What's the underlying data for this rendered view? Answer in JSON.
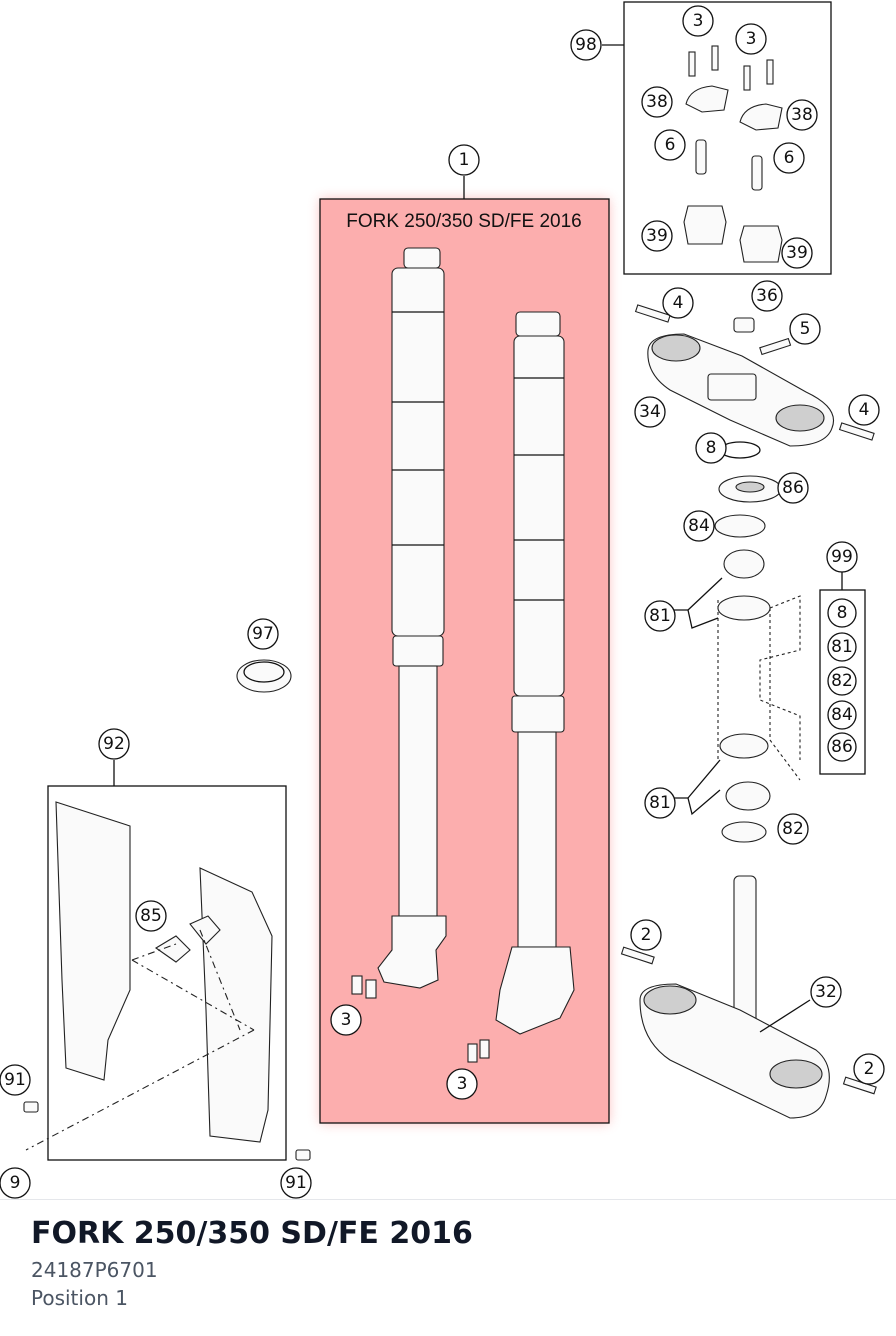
{
  "diagram": {
    "highlight_box_title": "FORK 250/350 SD/FE 2016",
    "callouts": {
      "c1": "1",
      "c98": "98",
      "c3a": "3",
      "c3b": "3",
      "c38a": "38",
      "c38b": "38",
      "c6a": "6",
      "c6b": "6",
      "c39a": "39",
      "c39b": "39",
      "c4a": "4",
      "c36": "36",
      "c5": "5",
      "c34": "34",
      "c4b": "4",
      "c8": "8",
      "c86": "86",
      "c84": "84",
      "c99": "99",
      "k8": "8",
      "k81": "81",
      "k82": "82",
      "k84": "84",
      "k86": "86",
      "c81a": "81",
      "c81b": "81",
      "c82": "82",
      "c97": "97",
      "c92": "92",
      "c85": "85",
      "c3c": "3",
      "c3d": "3",
      "c2a": "2",
      "c32": "32",
      "c2b": "2",
      "c91a": "91",
      "c91b": "91",
      "c9": "9"
    }
  },
  "footer": {
    "title": "FORK 250/350 SD/FE 2016",
    "part_number": "24187P6701",
    "position": "Position 1"
  },
  "colors": {
    "highlight_fill": "#fcaeae",
    "highlight_glow": "#f87171",
    "footer_title": "#111827",
    "footer_meta": "#4b5563"
  }
}
